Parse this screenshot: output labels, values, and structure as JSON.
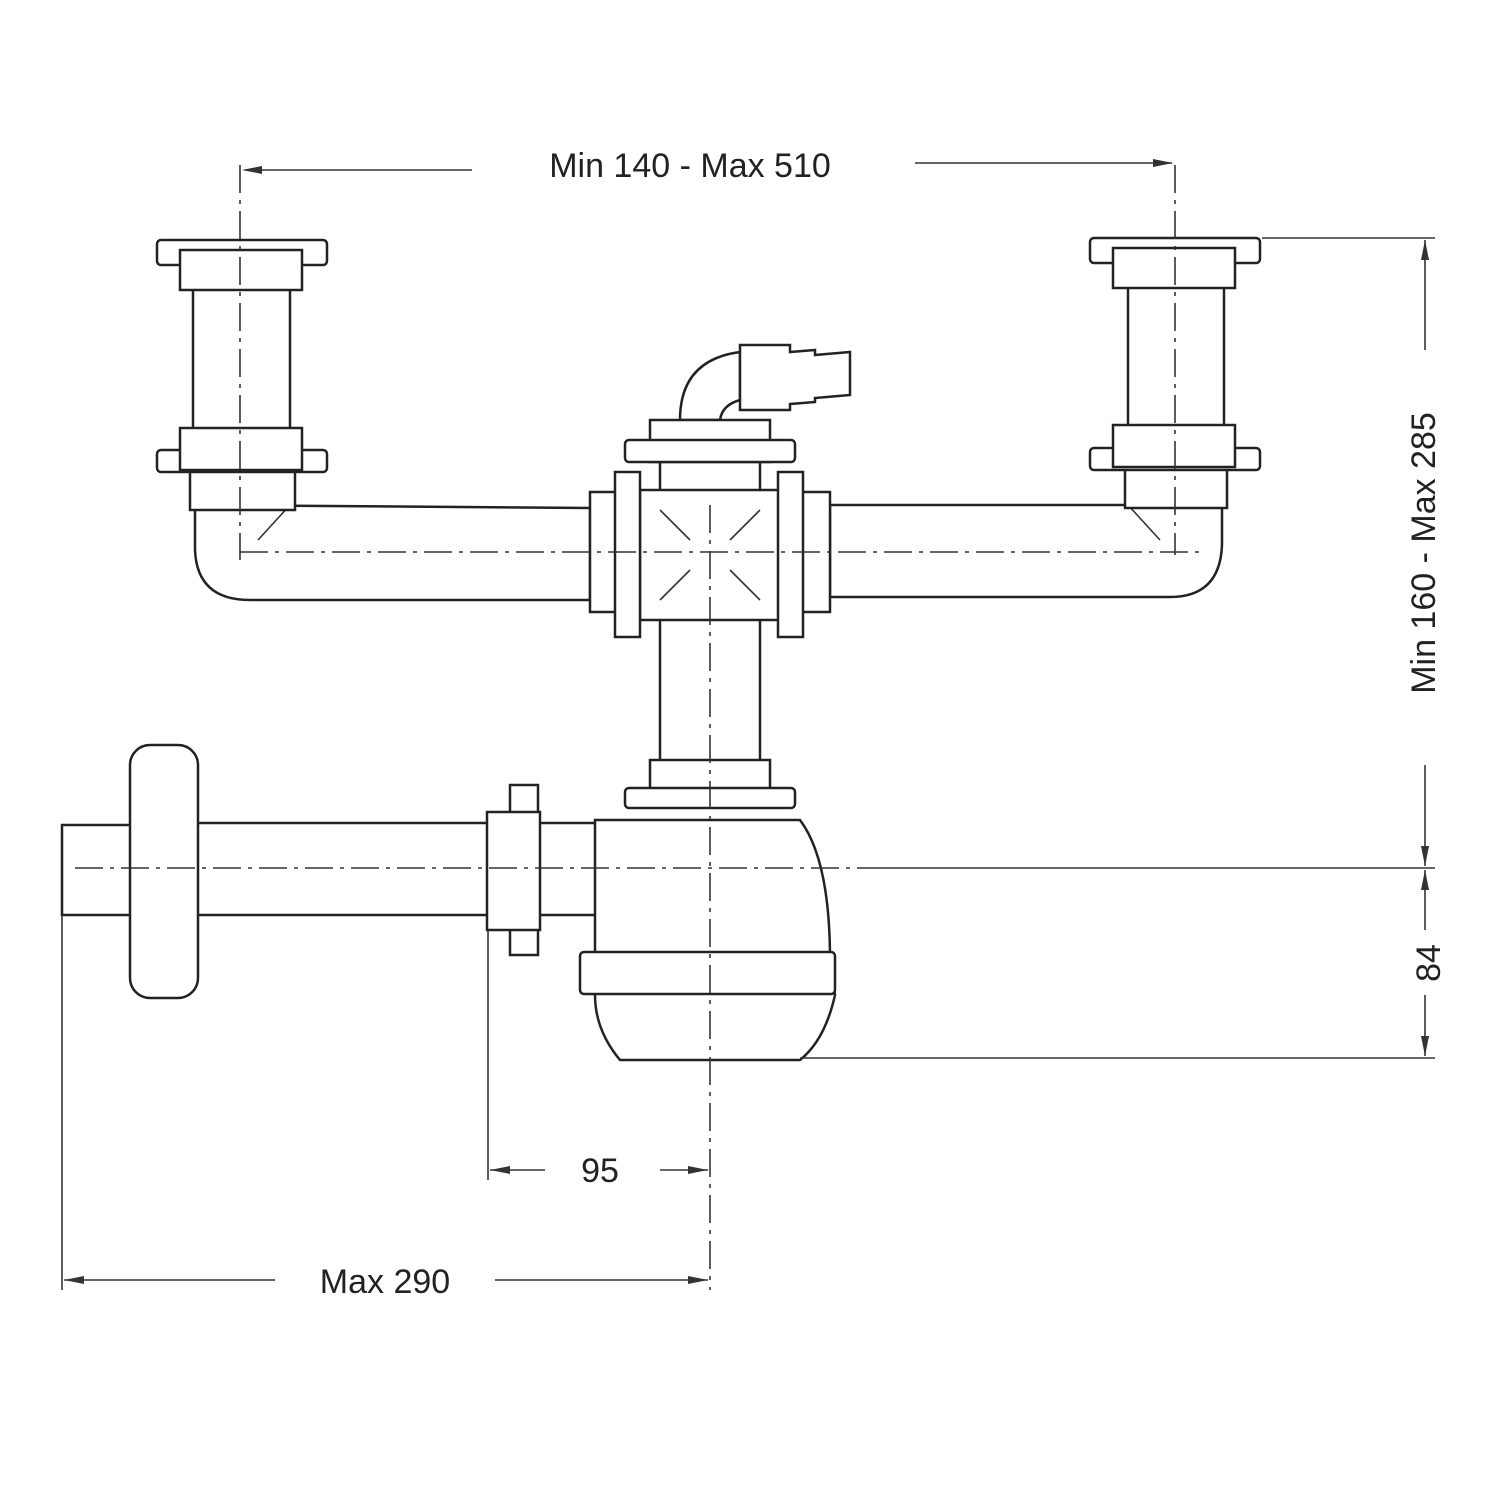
{
  "title": "Double sink bottle trap with appliance connection - dimension drawing",
  "dimensions": {
    "sink_spacing": "Min 140 - Max 510",
    "height": "Min 160 - Max 285",
    "trap_depth": "84",
    "outlet_offset": "95",
    "outlet_length": "Max 290"
  }
}
